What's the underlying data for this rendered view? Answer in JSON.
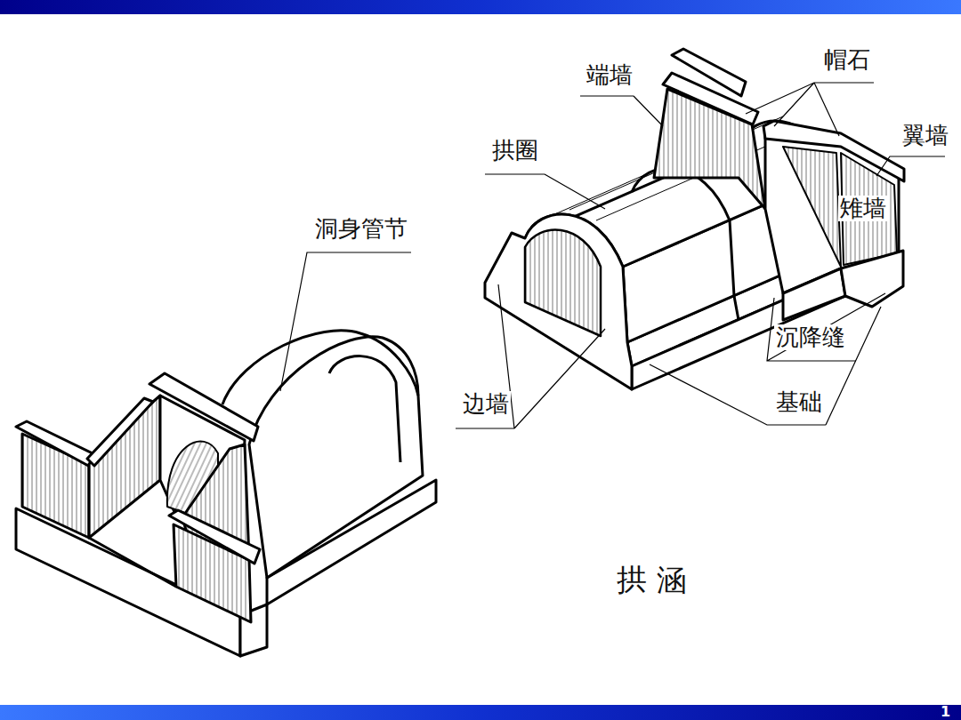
{
  "diagram": {
    "caption": "拱 涵",
    "labels": [
      "洞身管节",
      "端墙",
      "帽石",
      "拱圈",
      "翼墙",
      "雉墙",
      "边墙",
      "沉降缝",
      "基础",
      "1"
    ]
  }
}
